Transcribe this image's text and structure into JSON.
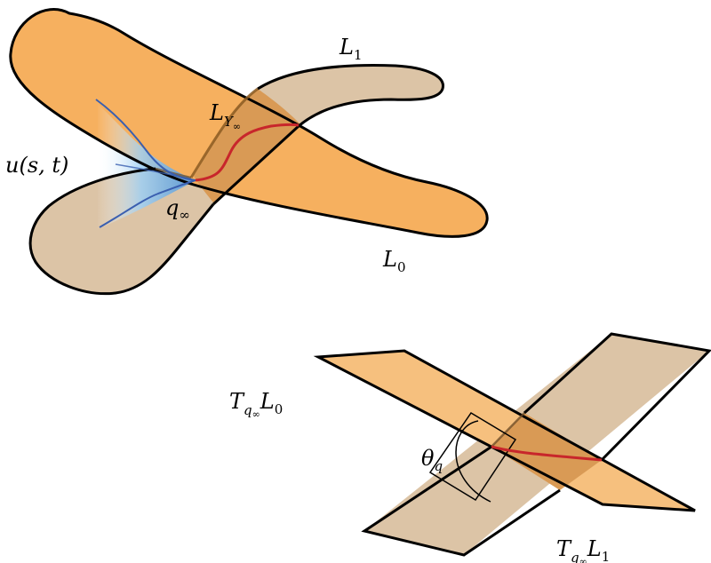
{
  "labels": {
    "L1": {
      "main": "L",
      "sub": "1"
    },
    "LY": {
      "main": "L",
      "sub": "Y",
      "subsub": "∞"
    },
    "L0": {
      "main": "L",
      "sub": "0"
    },
    "u": "u(s, t)",
    "qinf": {
      "main": "q",
      "sub": "∞"
    },
    "TL0": {
      "T": "T",
      "q": "q",
      "inf": "∞",
      "L": "L",
      "sub": "0"
    },
    "TL1": {
      "T": "T",
      "q": "q",
      "inf": "∞",
      "L": "L",
      "sub": "1"
    },
    "theta": {
      "main": "θ",
      "sub": "q"
    }
  },
  "colors": {
    "L0_fill": "#f6b05f",
    "L1_fill": "#dcc4a6",
    "overlap_fill": "#d99a55",
    "outline": "#000000",
    "red_curve": "#c8262b",
    "blue_curve": "#3a5fb0",
    "blue_glow": "#8ec6f0"
  }
}
